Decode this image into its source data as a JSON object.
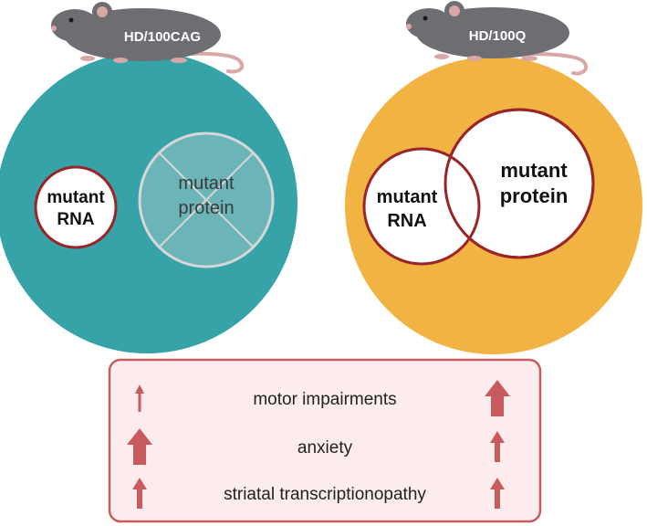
{
  "left_panel": {
    "mouse_label": "HD/100CAG",
    "rna_label_line1": "mutant",
    "rna_label_line2": "RNA",
    "protein_label_line1": "mutant",
    "protein_label_line2": "protein",
    "protein_crossed_out": true,
    "circle_color": "#35A3A8"
  },
  "right_panel": {
    "mouse_label": "HD/100Q",
    "rna_label_line1": "mutant",
    "rna_label_line2": "RNA",
    "protein_label_line1": "mutant",
    "protein_label_line2": "protein",
    "circle_color": "#F1B341"
  },
  "phenotypes": {
    "box_color": "#FCECED",
    "arrow_color": "#C95B5E",
    "rows": [
      {
        "label": "motor impairments",
        "left_arrow": "small",
        "right_arrow": "large"
      },
      {
        "label": "anxiety",
        "left_arrow": "large",
        "right_arrow": "medium"
      },
      {
        "label": "striatal transcriptionopathy",
        "left_arrow": "medium",
        "right_arrow": "medium"
      }
    ]
  },
  "colors": {
    "outline_dark_red": "#9B2428",
    "mouse_body": "#6E6E72",
    "mouse_tail": "#D9A7A5"
  }
}
